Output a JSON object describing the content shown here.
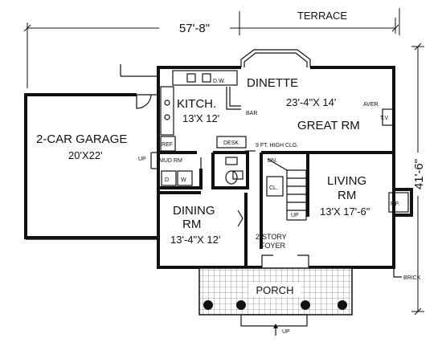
{
  "dimensions": {
    "width": "57'-8\"",
    "depth": "41'-6\""
  },
  "rooms": {
    "terrace": "TERRACE",
    "dinette": "DINETTE",
    "kitchen": {
      "name": "KITCH.",
      "size": "13'X 12'"
    },
    "great_room": {
      "size": "23'-4\"X 14'",
      "size_note": "AVER.",
      "name": "GREAT RM"
    },
    "garage": {
      "name": "2-CAR GARAGE",
      "size": "20'X22'"
    },
    "dining": {
      "name": "DINING",
      "name2": "RM",
      "size": "13'-4\"X 12'"
    },
    "living": {
      "name": "LIVING",
      "name2": "RM",
      "size": "13'X 17'-6\""
    },
    "foyer": {
      "name": "2-STORY",
      "name2": "FOYER"
    },
    "porch": "PORCH",
    "mud_room": "MUD RM"
  },
  "labels": {
    "dw": "D.W.",
    "bar": "BAR",
    "tv": "T.V",
    "ref": "REF",
    "desk": "DESK",
    "ceiling": "9 FT. HIGH CLG.",
    "dn": "DN.",
    "cl": "CL.",
    "up_stair": "UP",
    "up_garage": "UP",
    "up_porch": "UP",
    "washer": "W",
    "dryer": "D",
    "fireplace": "F.P.",
    "brick": "BRICK"
  }
}
